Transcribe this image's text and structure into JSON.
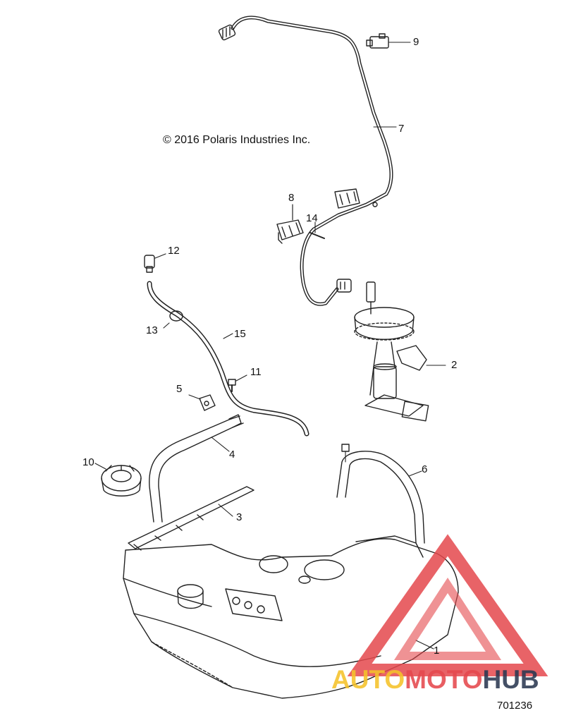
{
  "diagram": {
    "copyright": "© 2016 Polaris Industries Inc.",
    "drawing_number": "701236",
    "callouts": [
      "1",
      "2",
      "3",
      "4",
      "5",
      "6",
      "7",
      "8",
      "9",
      "10",
      "11",
      "12",
      "13",
      "14",
      "15"
    ],
    "parts": [
      {
        "id": "1",
        "name": "fuel-tank"
      },
      {
        "id": "2",
        "name": "fuel-pump-assembly"
      },
      {
        "id": "3",
        "name": "tank-pad"
      },
      {
        "id": "4",
        "name": "strap-left"
      },
      {
        "id": "5",
        "name": "bracket-fitting"
      },
      {
        "id": "6",
        "name": "strap-right"
      },
      {
        "id": "7",
        "name": "wire-harness"
      },
      {
        "id": "8",
        "name": "harness-clip"
      },
      {
        "id": "9",
        "name": "connector"
      },
      {
        "id": "10",
        "name": "fuel-cap"
      },
      {
        "id": "11",
        "name": "bolt"
      },
      {
        "id": "12",
        "name": "vent-valve"
      },
      {
        "id": "13",
        "name": "hose-clamp"
      },
      {
        "id": "14",
        "name": "cable-tie"
      },
      {
        "id": "15",
        "name": "vent-hose"
      }
    ]
  },
  "watermark": {
    "part1": "AUTO",
    "part2": "MOTO",
    "part3": "HUB",
    "colors": {
      "yellow": "#f5c22a",
      "red": "#e5484d",
      "navy": "#2b3852"
    }
  }
}
